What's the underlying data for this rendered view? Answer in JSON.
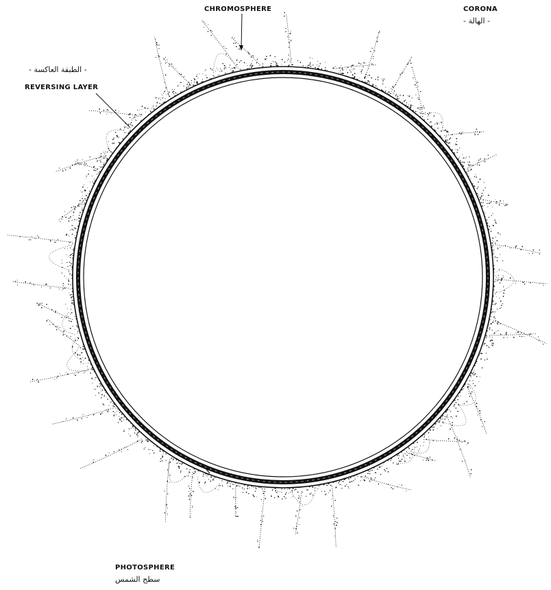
{
  "labels": {
    "chromosphere": "CHROMOSPHERE",
    "corona": "CORONA",
    "corona_ar": "- الهالة -",
    "reversing_layer": "REVERSING LAYER",
    "reversing_layer_ar": "- الطبقة العاكسة -",
    "photosphere": "PHOTOSPHERE",
    "photosphere_ar": "سطح الشمس"
  },
  "colors": {
    "ink": "#111111",
    "background": "#ffffff"
  }
}
